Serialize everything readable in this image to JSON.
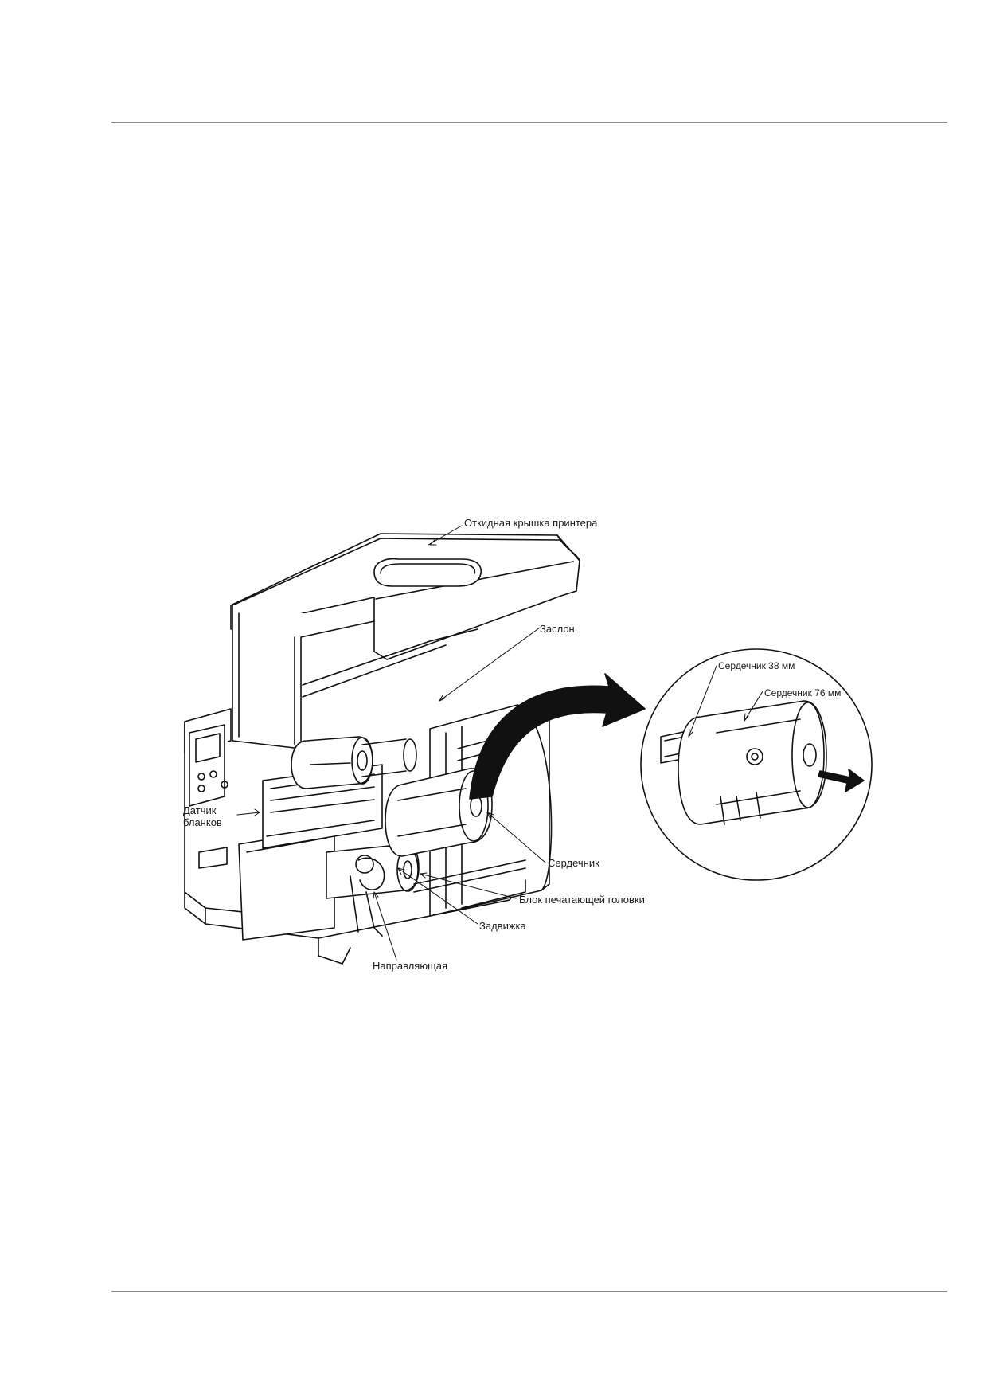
{
  "figure": {
    "labels": {
      "cover": "Откидная крышка принтера",
      "shutter": "Заслон",
      "core38": "Сердечник 38 мм",
      "core76": "Сердечник 76 мм",
      "sensor": "Датчик\nбланков",
      "core": "Сердечник",
      "printhead": "Блок печатающей головки",
      "latch": "Задвижка",
      "guide": "Направляющая"
    }
  }
}
